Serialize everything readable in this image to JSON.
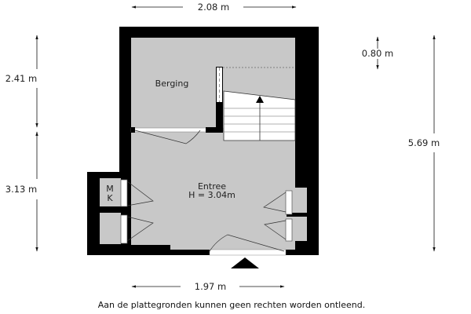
{
  "rooms": {
    "berging": "Berging",
    "entree": "Entree",
    "entree_height": "H = 3.04m",
    "meter_m": "M",
    "meter_k": "K"
  },
  "dimensions": {
    "top_width": "2.08 m",
    "bottom_width": "1.97 m",
    "left_upper": "2.41 m",
    "left_lower": "3.13 m",
    "right_total": "5.69 m",
    "right_small": "0.80 m"
  },
  "caption": "Aan de plattegronden kunnen geen rechten worden ontleend.",
  "colors": {
    "wall": "#000000",
    "floor": "#c8c8c8",
    "stairs": "#ffffff"
  }
}
